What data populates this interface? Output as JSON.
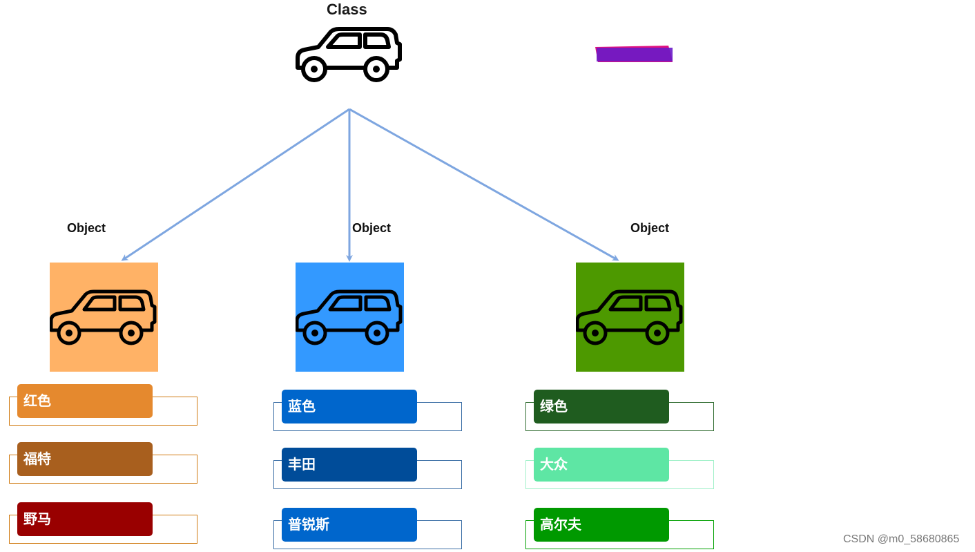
{
  "class_label": "Class",
  "objects": [
    {
      "label": "Object",
      "box_color": "#FFB266",
      "outline_color": "#D07A10",
      "tags": [
        {
          "text": "红色",
          "color": "#E5892E"
        },
        {
          "text": "福特",
          "color": "#A85F1E"
        },
        {
          "text": "野马",
          "color": "#990000"
        }
      ]
    },
    {
      "label": "Object",
      "box_color": "#3399FF",
      "outline_color": "#3A6EA5",
      "tags": [
        {
          "text": "蓝色",
          "color": "#0066CC"
        },
        {
          "text": "丰田",
          "color": "#004C99"
        },
        {
          "text": "普锐斯",
          "color": "#0066CC"
        }
      ]
    },
    {
      "label": "Object",
      "box_color": "#4D9900",
      "outline_color": "#2E6B2E",
      "tags": [
        {
          "text": "绿色",
          "color": "#1F5C1F"
        },
        {
          "text": "大众",
          "color": "#5EE6A4"
        },
        {
          "text": "高尔夫",
          "color": "#009900"
        }
      ]
    }
  ],
  "arrow_color": "#7EA6E0",
  "watermark": "CSDN @m0_58680865"
}
